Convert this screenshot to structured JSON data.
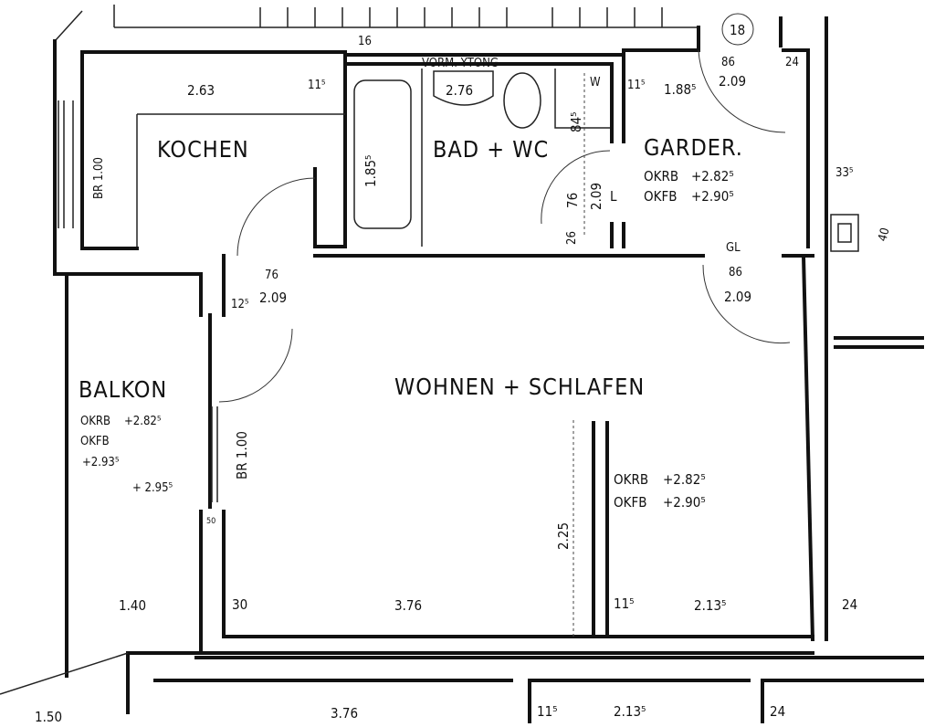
{
  "rooms": {
    "kitchen": {
      "name": "KOCHEN",
      "width": "2.63",
      "wall": "11⁵",
      "window": "BR 1.00"
    },
    "bath": {
      "name": "BAD + WC",
      "note": "VORM. YTONG",
      "basin": "2.76",
      "tub": "1.85⁵",
      "depth": "84⁵",
      "w": "W",
      "door_w": "76",
      "door_h": "2.09",
      "l": "L",
      "wall_top": "16",
      "wall_bottom": "26"
    },
    "wardrobe": {
      "name": "GARDER.",
      "okrb": "OKRB",
      "okrb_val": "+2.82⁵",
      "okfb": "OKFB",
      "okfb_val": "+2.90⁵",
      "wall": "11⁵",
      "width": "1.88⁵",
      "door_w": "86",
      "door_h": "2.09",
      "marker": "18",
      "wall_r": "24"
    },
    "hall_door": {
      "w": "86",
      "h": "2.09",
      "label": "GL"
    },
    "kitchen_door": {
      "w": "76",
      "h": "2.09",
      "wall": "12⁵"
    },
    "balcony": {
      "name": "BALKON",
      "okrb": "OKRB",
      "okrb_val": "+2.82⁵",
      "okfb": "OKFB",
      "okfb_val": "+2.93⁵",
      "level2": "+ 2.95⁵",
      "width": "1.40",
      "window": "BR 1.00",
      "sill": "50"
    },
    "living": {
      "name": "WOHNEN + SCHLAFEN",
      "okrb": "OKRB",
      "okrb_val": "+2.82⁵",
      "okfb": "OKFB",
      "okfb_val": "+2.90⁵",
      "height": "2.25",
      "wall_l": "30",
      "width": "3.76",
      "wall_m": "11⁵",
      "width2": "2.13⁵",
      "wall_r": "24"
    },
    "right": {
      "dim1": "33⁵",
      "dim2": "40"
    }
  },
  "bottom_dims": [
    "1.50",
    "3.76",
    "11⁵",
    "2.13⁵",
    "24"
  ]
}
